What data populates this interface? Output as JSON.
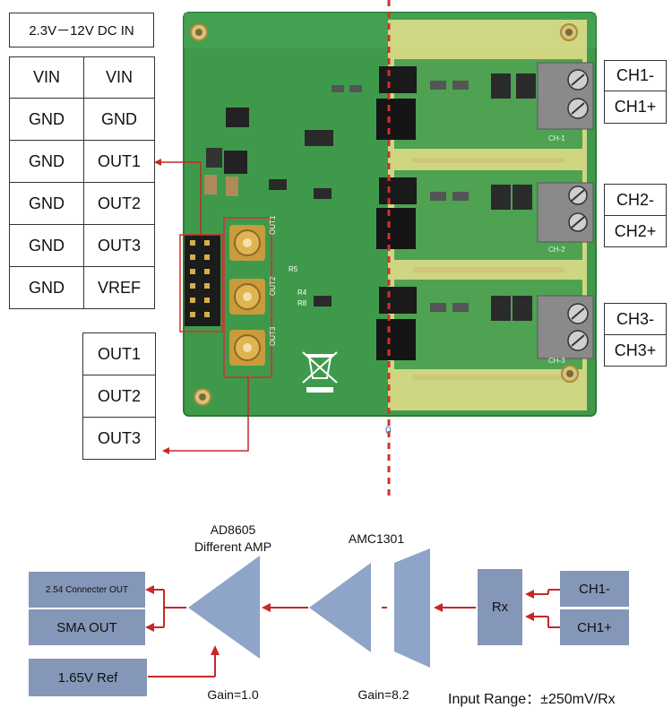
{
  "dc_in": "2.3V－12V DC IN",
  "header_pins": [
    [
      "VIN",
      "VIN"
    ],
    [
      "GND",
      "GND"
    ],
    [
      "GND",
      "OUT1"
    ],
    [
      "GND",
      "OUT2"
    ],
    [
      "GND",
      "OUT3"
    ],
    [
      "GND",
      "VREF"
    ]
  ],
  "sma_outputs": [
    "OUT1",
    "OUT2",
    "OUT3"
  ],
  "channel_terminals": [
    [
      "CH1-",
      "CH1+"
    ],
    [
      "CH2-",
      "CH2+"
    ],
    [
      "CH3-",
      "CH3+"
    ]
  ],
  "board": {
    "silk_channels": [
      "CH-1",
      "CH-2",
      "CH-3"
    ],
    "sma_silk": [
      "OUT1",
      "OUT2",
      "OUT3"
    ],
    "resistor_marks": [
      "R5",
      "R4",
      "R8"
    ],
    "zero_mark": "0"
  },
  "block_diagram": {
    "connector_out": "2.54 Connecter OUT",
    "sma_out": "SMA OUT",
    "ref": "1.65V Ref",
    "amp_name": "AD8605",
    "amp_desc": "Different AMP",
    "amp_gain": "Gain=1.0",
    "iso_name": "AMC1301",
    "iso_gain": "Gain=8.2",
    "rx": "Rx",
    "ch_minus": "CH1-",
    "ch_plus": "CH1+",
    "input_range": "Input Range：±250mV/Rx"
  },
  "colors": {
    "pcb_green": "#3e9a4a",
    "isolation_yellow": "#e9e08c",
    "arrow_red": "#c62828",
    "block_blue": "#8497b8",
    "terminal_gray": "#8a8a8a"
  }
}
